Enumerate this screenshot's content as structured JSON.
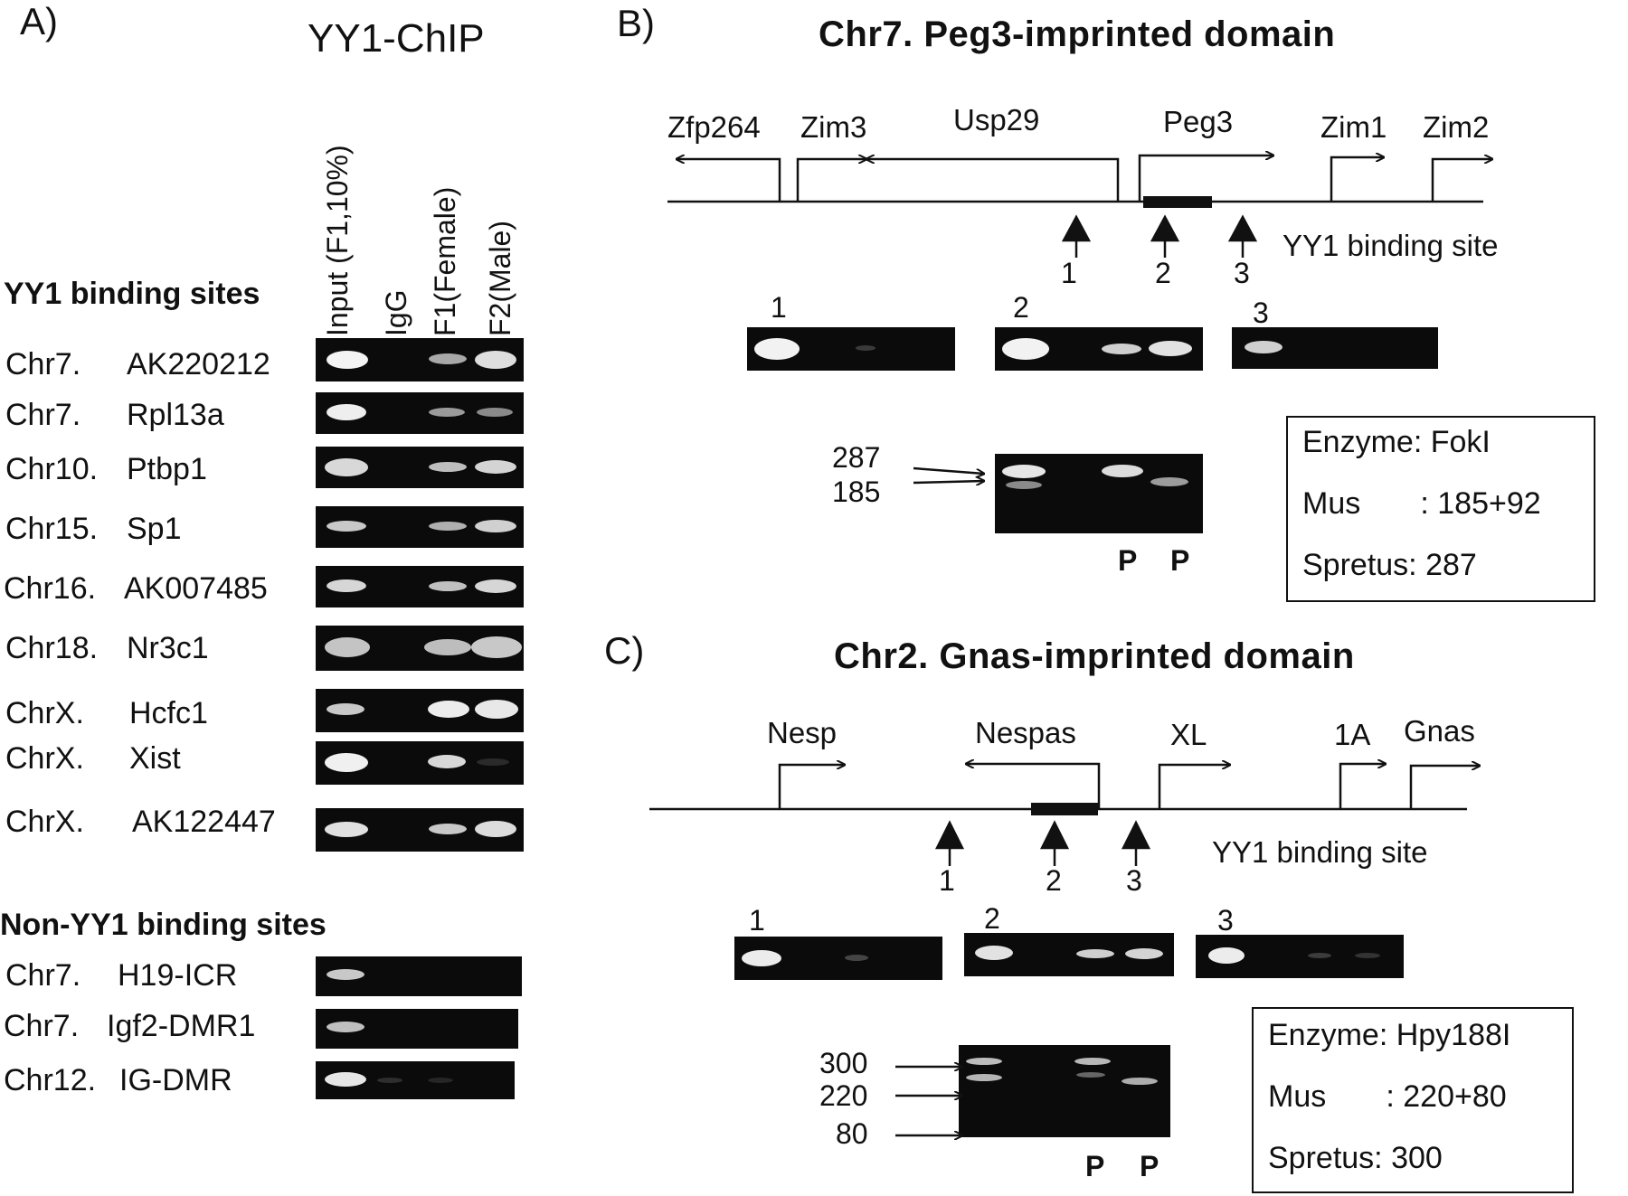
{
  "panelA": {
    "label": "A)",
    "title": "YY1-ChIP",
    "lanes": [
      "Input (F1,10%)",
      "IgG",
      "F1(Female)",
      "F2(Male)"
    ],
    "yy1_heading": "YY1 binding sites",
    "yy1_rows": [
      {
        "chr": "Chr7.",
        "gene": "AK220212"
      },
      {
        "chr": "Chr7.",
        "gene": "Rpl13a"
      },
      {
        "chr": "Chr10.",
        "gene": "Ptbp1"
      },
      {
        "chr": "Chr15.",
        "gene": "Sp1"
      },
      {
        "chr": "Chr16.",
        "gene": "AK007485"
      },
      {
        "chr": "Chr18.",
        "gene": "Nr3c1"
      },
      {
        "chr": "ChrX.",
        "gene": "Hcfc1"
      },
      {
        "chr": "ChrX.",
        "gene": "Xist"
      },
      {
        "chr": "ChrX.",
        "gene": "AK122447"
      }
    ],
    "non_heading": "Non-YY1 binding sites",
    "non_rows": [
      {
        "chr": "Chr7.",
        "gene": "H19-ICR"
      },
      {
        "chr": "Chr7.",
        "gene": "Igf2-DMR1"
      },
      {
        "chr": "Chr12.",
        "gene": "IG-DMR"
      }
    ]
  },
  "panelB": {
    "label": "B)",
    "title": "Chr7.  Peg3-imprinted domain",
    "genes": [
      "Zfp264",
      "Zim3",
      "Usp29",
      "Peg3",
      "Zim1",
      "Zim2"
    ],
    "site_label": "YY1 binding site",
    "site_numbers": [
      "1",
      "2",
      "3"
    ],
    "gel_numbers": [
      "1",
      "2",
      "3"
    ],
    "sizes": [
      "287",
      "185"
    ],
    "p_marks": [
      "P",
      "P"
    ],
    "enzyme_box": {
      "line1": "Enzyme: FokI",
      "line2": "Mus       : 185+92",
      "line3": "Spretus: 287"
    }
  },
  "panelC": {
    "label": "C)",
    "title": "Chr2.  Gnas-imprinted domain",
    "genes": [
      "Nesp",
      "Nespas",
      "XL",
      "1A",
      "Gnas"
    ],
    "site_label": "YY1 binding site",
    "site_numbers": [
      "1",
      "2",
      "3"
    ],
    "gel_numbers": [
      "1",
      "2",
      "3"
    ],
    "sizes": [
      "300",
      "220",
      "80"
    ],
    "p_marks": [
      "P",
      "P"
    ],
    "enzyme_box": {
      "line1": "Enzyme: Hpy188I",
      "line2": "Mus       : 220+80",
      "line3": "Spretus: 300"
    }
  }
}
